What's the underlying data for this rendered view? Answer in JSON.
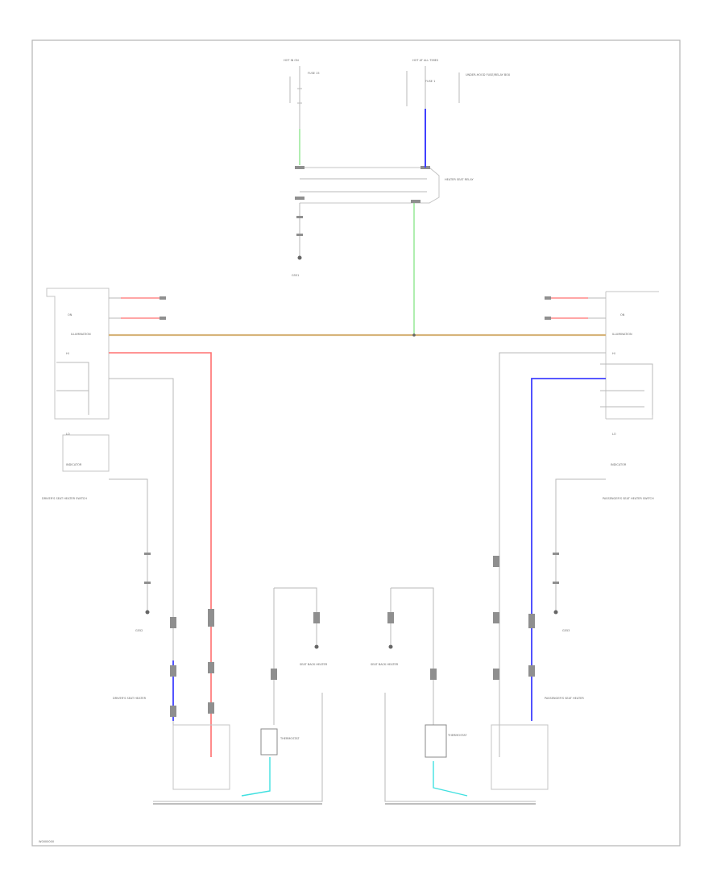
{
  "diagram": {
    "wire_colors": {
      "green": "#7de37d",
      "blue": "#4040ff",
      "red": "#ff7070",
      "tan": "#d6b47a",
      "cyan": "#40e0e0",
      "ground": "#777777"
    },
    "labels": {
      "top_left_source": "HOT IN ON",
      "top_left_fuse": "FUSE 15",
      "top_right_source": "HOT AT ALL TIMES",
      "top_right_fuse": "FUSE 1",
      "top_right_box": "UNDER-HOOD FUSE/RELAY BOX",
      "connector_label": "HEATER SEAT RELAY",
      "ground_top": "G551",
      "left_switch_title": "DRIVER'S SEAT HEATER SWITCH",
      "left_on": "ON",
      "left_hi": "HI",
      "left_lo": "LO",
      "left_illum": "ILLUMINATION",
      "left_indicator": "INDICATOR",
      "right_switch_title": "PASSENGER'S SEAT HEATER SWITCH",
      "right_on": "ON",
      "right_hi": "HI",
      "right_lo": "LO",
      "right_illum": "ILLUMINATION",
      "right_indicator": "INDICATOR",
      "left_ground": "G552",
      "right_ground": "G553",
      "left_seat_title": "DRIVER'S SEAT HEATER",
      "right_seat_title": "PASSENGER'S SEAT HEATER",
      "left_thermostat": "THERMOSTAT",
      "right_thermostat": "THERMOSTAT",
      "left_bottom_label": "SEAT BACK HEATER",
      "right_bottom_label": "SEAT BACK HEATER",
      "bottom_left_code": "W0000000"
    }
  }
}
